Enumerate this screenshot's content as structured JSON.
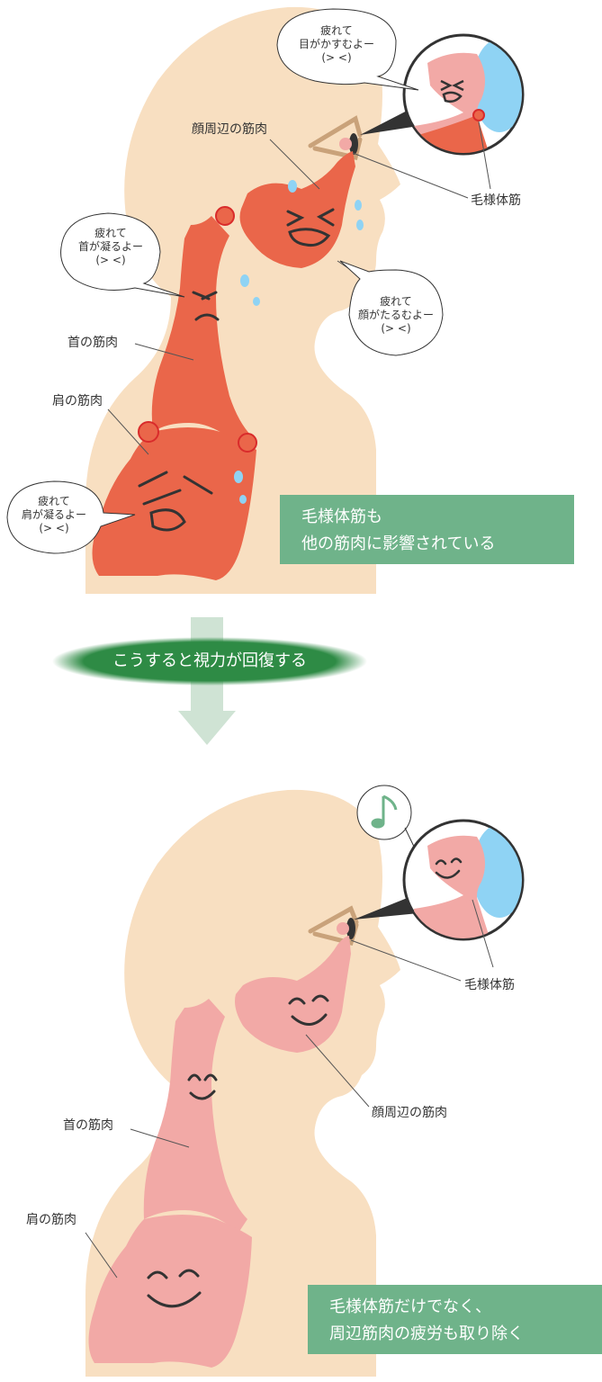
{
  "top": {
    "labels": {
      "face_muscle": "顔周辺の筋肉",
      "ciliary_muscle": "毛様体筋",
      "neck_muscle": "首の筋肉",
      "shoulder_muscle": "肩の筋肉"
    },
    "bubbles": {
      "eye": [
        "疲れて",
        "目がかすむよー",
        "(> <)"
      ],
      "neck": [
        "疲れて",
        "首が凝るよー",
        "(> <)"
      ],
      "face": [
        "疲れて",
        "顔がたるむよー",
        "(> <)"
      ],
      "shoulder": [
        "疲れて",
        "肩が凝るよー",
        "(> <)"
      ]
    },
    "note": [
      "毛様体筋も",
      "他の筋肉に影響されている"
    ]
  },
  "transition": {
    "banner": "こうすると視力が回復する"
  },
  "bottom": {
    "labels": {
      "ciliary_muscle": "毛様体筋",
      "face_muscle": "顔周辺の筋肉",
      "neck_muscle": "首の筋肉",
      "shoulder_muscle": "肩の筋肉"
    },
    "note": [
      "毛様体筋だけでなく、",
      "周辺筋肉の疲労も取り除く"
    ]
  },
  "colors": {
    "skin": "#f8dfc1",
    "tired_muscle": "#ea664a",
    "relaxed_muscle": "#f2a9a6",
    "note_box": "#6fb38a",
    "banner": "#2e8b45",
    "arrow": "#cfe3d4",
    "eyeball": "#8fd3f4",
    "sweat": "#8fd3f4"
  }
}
